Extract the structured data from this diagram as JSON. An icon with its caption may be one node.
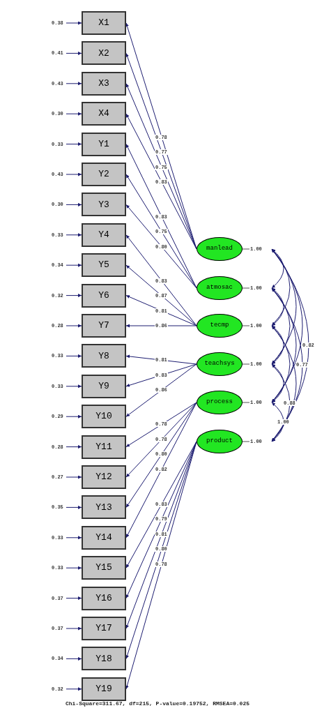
{
  "diagram": {
    "caption": "Chi-Square=311.67, df=215, P-value=0.19752, RMSEA=0.025",
    "nodes": [
      {
        "text": [
          "X1"
        ]
      },
      {
        "text": [
          "X2"
        ]
      },
      {
        "text": [
          "X3"
        ]
      },
      {
        "text": [
          "X4"
        ]
      },
      {
        "text": [
          "Y1"
        ]
      },
      {
        "text": [
          "Y2"
        ]
      },
      {
        "text": [
          "Y3"
        ]
      },
      {
        "text": [
          "Y4"
        ]
      },
      {
        "text": [
          "Y5"
        ]
      },
      {
        "text": [
          "Y6"
        ]
      },
      {
        "text": [
          "Y7"
        ]
      },
      {
        "text": [
          "Y8"
        ]
      },
      {
        "text": [
          "Y9"
        ]
      },
      {
        "text": [
          "Y10"
        ]
      },
      {
        "text": [
          "Y11"
        ]
      },
      {
        "text": [
          "Y12"
        ]
      },
      {
        "text": [
          "Y13"
        ]
      },
      {
        "text": [
          "Y14"
        ]
      },
      {
        "text": [
          "Y15"
        ]
      },
      {
        "text": [
          "Y16"
        ]
      },
      {
        "text": [
          "Y17"
        ]
      },
      {
        "text": [
          "Y18"
        ]
      },
      {
        "text": [
          "Y19"
        ]
      },
      {
        "text": [
          "manlead"
        ],
        "beside": [
          "1.00"
        ]
      },
      {
        "text": [
          "atmosac"
        ],
        "beside": [
          "1.00"
        ]
      },
      {
        "text": [
          "tecmp"
        ],
        "beside": [
          "1.00"
        ]
      },
      {
        "text": [
          "teachsys"
        ],
        "beside": [
          "1.00"
        ]
      },
      {
        "text": [
          "process"
        ],
        "beside": [
          "1.00"
        ]
      },
      {
        "text": [
          "product"
        ],
        "beside": [
          "1.00"
        ]
      }
    ],
    "edges": [
      {
        "from": null,
        "to": 0,
        "arrow": "to",
        "label": "0.38"
      },
      {
        "from": null,
        "to": 1,
        "arrow": "to",
        "label": "0.41"
      },
      {
        "from": null,
        "to": 2,
        "arrow": "to",
        "label": "0.43"
      },
      {
        "from": null,
        "to": 3,
        "arrow": "to",
        "label": "0.30"
      },
      {
        "from": null,
        "to": 4,
        "arrow": "to",
        "label": "0.33"
      },
      {
        "from": null,
        "to": 5,
        "arrow": "to",
        "label": "0.43"
      },
      {
        "from": null,
        "to": 6,
        "arrow": "to",
        "label": "0.30"
      },
      {
        "from": null,
        "to": 7,
        "arrow": "to",
        "label": "0.33"
      },
      {
        "from": null,
        "to": 8,
        "arrow": "to",
        "label": "0.34"
      },
      {
        "from": null,
        "to": 9,
        "arrow": "to",
        "label": "0.32"
      },
      {
        "from": null,
        "to": 10,
        "arrow": "to",
        "label": "0.28"
      },
      {
        "from": null,
        "to": 11,
        "arrow": "to",
        "label": "0.33"
      },
      {
        "from": null,
        "to": 12,
        "arrow": "to",
        "label": "0.33"
      },
      {
        "from": null,
        "to": 13,
        "arrow": "to",
        "label": "0.29"
      },
      {
        "from": null,
        "to": 14,
        "arrow": "to",
        "label": "0.28"
      },
      {
        "from": null,
        "to": 15,
        "arrow": "to",
        "label": "0.27"
      },
      {
        "from": null,
        "to": 16,
        "arrow": "to",
        "label": "0.35"
      },
      {
        "from": null,
        "to": 17,
        "arrow": "to",
        "label": "0.33"
      },
      {
        "from": null,
        "to": 18,
        "arrow": "to",
        "label": "0.33"
      },
      {
        "from": null,
        "to": 19,
        "arrow": "to",
        "label": "0.37"
      },
      {
        "from": null,
        "to": 20,
        "arrow": "to",
        "label": "0.37"
      },
      {
        "from": null,
        "to": 21,
        "arrow": "to",
        "label": "0.34"
      },
      {
        "from": null,
        "to": 22,
        "arrow": "to",
        "label": "0.32"
      },
      {
        "from": 23,
        "to": 0,
        "arrow": "to",
        "label": "0.78"
      },
      {
        "from": 23,
        "to": 1,
        "arrow": "to",
        "label": "0.77"
      },
      {
        "from": 23,
        "to": 2,
        "arrow": "to",
        "label": "0.75"
      },
      {
        "from": 23,
        "to": 3,
        "arrow": "to",
        "label": "0.83"
      },
      {
        "from": 24,
        "to": 4,
        "arrow": "to",
        "label": "0.83"
      },
      {
        "from": 24,
        "to": 5,
        "arrow": "to",
        "label": "0.75"
      },
      {
        "from": 24,
        "to": 6,
        "arrow": "to",
        "label": "0.80"
      },
      {
        "from": 25,
        "to": 7,
        "arrow": "to",
        "label": "0.83"
      },
      {
        "from": 25,
        "to": 8,
        "arrow": "to",
        "label": "0.87"
      },
      {
        "from": 25,
        "to": 9,
        "arrow": "to",
        "label": "0.81"
      },
      {
        "from": 25,
        "to": 10,
        "arrow": "to",
        "label": "0.86"
      },
      {
        "from": 26,
        "to": 11,
        "arrow": "to",
        "label": "0.81"
      },
      {
        "from": 26,
        "to": 12,
        "arrow": "to",
        "label": "0.83"
      },
      {
        "from": 26,
        "to": 13,
        "arrow": "to",
        "label": "0.86"
      },
      {
        "from": 27,
        "to": 14,
        "arrow": "to",
        "label": "0.78"
      },
      {
        "from": 27,
        "to": 15,
        "arrow": "to",
        "label": "0.78"
      },
      {
        "from": 27,
        "to": 16,
        "arrow": "to",
        "label": "0.80"
      },
      {
        "from": 27,
        "to": 17,
        "arrow": "to",
        "label": "0.82"
      },
      {
        "from": 28,
        "to": 18,
        "arrow": "to",
        "label": "0.83"
      },
      {
        "from": 28,
        "to": 19,
        "arrow": "to",
        "label": "0.79"
      },
      {
        "from": 28,
        "to": 20,
        "arrow": "to",
        "label": "0.81"
      },
      {
        "from": 28,
        "to": 21,
        "arrow": "to",
        "label": "0.80"
      },
      {
        "from": 28,
        "to": 22,
        "arrow": "to",
        "label": "0.78"
      },
      {
        "from": 23,
        "to": 24,
        "arrow": "both"
      },
      {
        "from": 23,
        "to": 25,
        "arrow": "both"
      },
      {
        "from": 23,
        "to": 26,
        "arrow": "both"
      },
      {
        "from": 23,
        "to": 27,
        "arrow": "both"
      },
      {
        "from": 23,
        "to": 28,
        "arrow": "both",
        "label": "0.82"
      },
      {
        "from": 24,
        "to": 25,
        "arrow": "both"
      },
      {
        "from": 24,
        "to": 26,
        "arrow": "both"
      },
      {
        "from": 24,
        "to": 27,
        "arrow": "both"
      },
      {
        "from": 24,
        "to": 28,
        "arrow": "both",
        "label": "0.77"
      },
      {
        "from": 25,
        "to": 26,
        "arrow": "both"
      },
      {
        "from": 25,
        "to": 27,
        "arrow": "both"
      },
      {
        "from": 25,
        "to": 28,
        "arrow": "both"
      },
      {
        "from": 26,
        "to": 27,
        "arrow": "both"
      },
      {
        "from": 26,
        "to": 28,
        "arrow": "both",
        "label": "0.88"
      },
      {
        "from": 27,
        "to": 28,
        "arrow": "both",
        "label": "1.00"
      }
    ]
  }
}
